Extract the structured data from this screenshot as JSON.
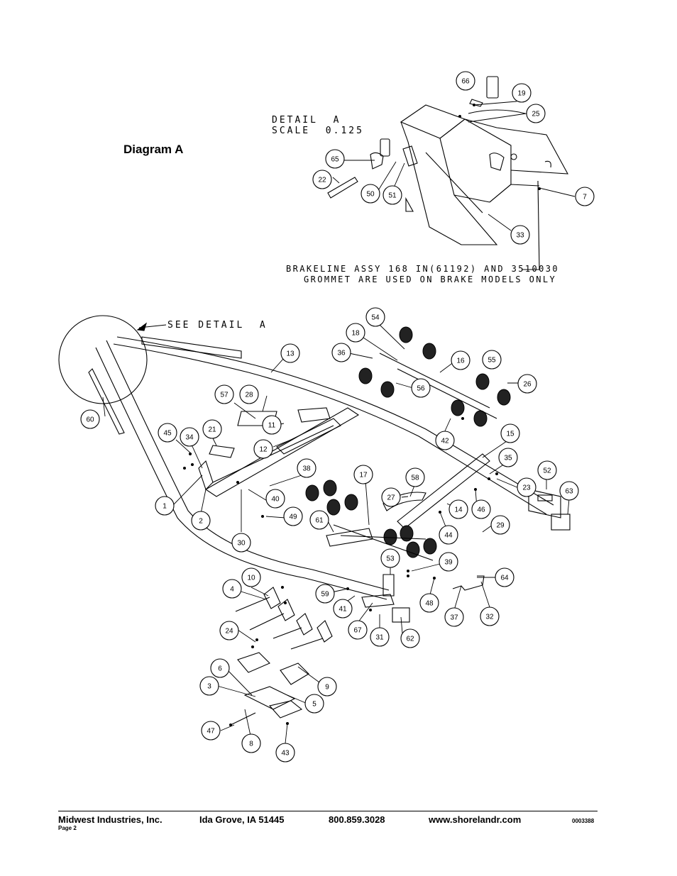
{
  "heading": "Diagram A",
  "detail": {
    "title": "DETAIL  A",
    "scale": "SCALE  0.125",
    "note_line1": "BRAKELINE ASSY 168 IN(61192) AND 3510030",
    "note_line2": "GROMMET ARE USED ON BRAKE MODELS ONLY"
  },
  "see_detail": "SEE DETAIL  A",
  "callouts": [
    {
      "id": "c66",
      "label": "66"
    },
    {
      "id": "c19",
      "label": "19"
    },
    {
      "id": "c25",
      "label": "25"
    },
    {
      "id": "c65",
      "label": "65"
    },
    {
      "id": "c22",
      "label": "22"
    },
    {
      "id": "c50",
      "label": "50"
    },
    {
      "id": "c51",
      "label": "51"
    },
    {
      "id": "c7",
      "label": "7"
    },
    {
      "id": "c33",
      "label": "33"
    },
    {
      "id": "c54",
      "label": "54"
    },
    {
      "id": "c18",
      "label": "18"
    },
    {
      "id": "c36",
      "label": "36"
    },
    {
      "id": "c16",
      "label": "16"
    },
    {
      "id": "c55",
      "label": "55"
    },
    {
      "id": "c26",
      "label": "26"
    },
    {
      "id": "c56",
      "label": "56"
    },
    {
      "id": "c13",
      "label": "13"
    },
    {
      "id": "c60",
      "label": "60"
    },
    {
      "id": "c57",
      "label": "57"
    },
    {
      "id": "c28",
      "label": "28"
    },
    {
      "id": "c11",
      "label": "11"
    },
    {
      "id": "c12",
      "label": "12"
    },
    {
      "id": "c42",
      "label": "42"
    },
    {
      "id": "c45",
      "label": "45"
    },
    {
      "id": "c34",
      "label": "34"
    },
    {
      "id": "c21",
      "label": "21"
    },
    {
      "id": "c15",
      "label": "15"
    },
    {
      "id": "c35",
      "label": "35"
    },
    {
      "id": "c52",
      "label": "52"
    },
    {
      "id": "c38",
      "label": "38"
    },
    {
      "id": "c17",
      "label": "17"
    },
    {
      "id": "c58",
      "label": "58"
    },
    {
      "id": "c23",
      "label": "23"
    },
    {
      "id": "c63",
      "label": "63"
    },
    {
      "id": "c1",
      "label": "1"
    },
    {
      "id": "c2",
      "label": "2"
    },
    {
      "id": "c40",
      "label": "40"
    },
    {
      "id": "c27",
      "label": "27"
    },
    {
      "id": "c14",
      "label": "14"
    },
    {
      "id": "c46",
      "label": "46"
    },
    {
      "id": "c49",
      "label": "49"
    },
    {
      "id": "c61",
      "label": "61"
    },
    {
      "id": "c44",
      "label": "44"
    },
    {
      "id": "c29",
      "label": "29"
    },
    {
      "id": "c30",
      "label": "30"
    },
    {
      "id": "c53",
      "label": "53"
    },
    {
      "id": "c39",
      "label": "39"
    },
    {
      "id": "c64",
      "label": "64"
    },
    {
      "id": "c10",
      "label": "10"
    },
    {
      "id": "c4",
      "label": "4"
    },
    {
      "id": "c59",
      "label": "59"
    },
    {
      "id": "c48",
      "label": "48"
    },
    {
      "id": "c41",
      "label": "41"
    },
    {
      "id": "c37",
      "label": "37"
    },
    {
      "id": "c32",
      "label": "32"
    },
    {
      "id": "c24",
      "label": "24"
    },
    {
      "id": "c67",
      "label": "67"
    },
    {
      "id": "c31",
      "label": "31"
    },
    {
      "id": "c62",
      "label": "62"
    },
    {
      "id": "c6",
      "label": "6"
    },
    {
      "id": "c3",
      "label": "3"
    },
    {
      "id": "c9",
      "label": "9"
    },
    {
      "id": "c5",
      "label": "5"
    },
    {
      "id": "c47",
      "label": "47"
    },
    {
      "id": "c8",
      "label": "8"
    },
    {
      "id": "c43",
      "label": "43"
    }
  ],
  "footer": {
    "company": "Midwest Industries, Inc.",
    "city": "Ida Grove, IA  51445",
    "phone": "800.859.3028",
    "website": "www.shorelandr.com",
    "doc_number": "0003388",
    "page": "Page 2"
  }
}
